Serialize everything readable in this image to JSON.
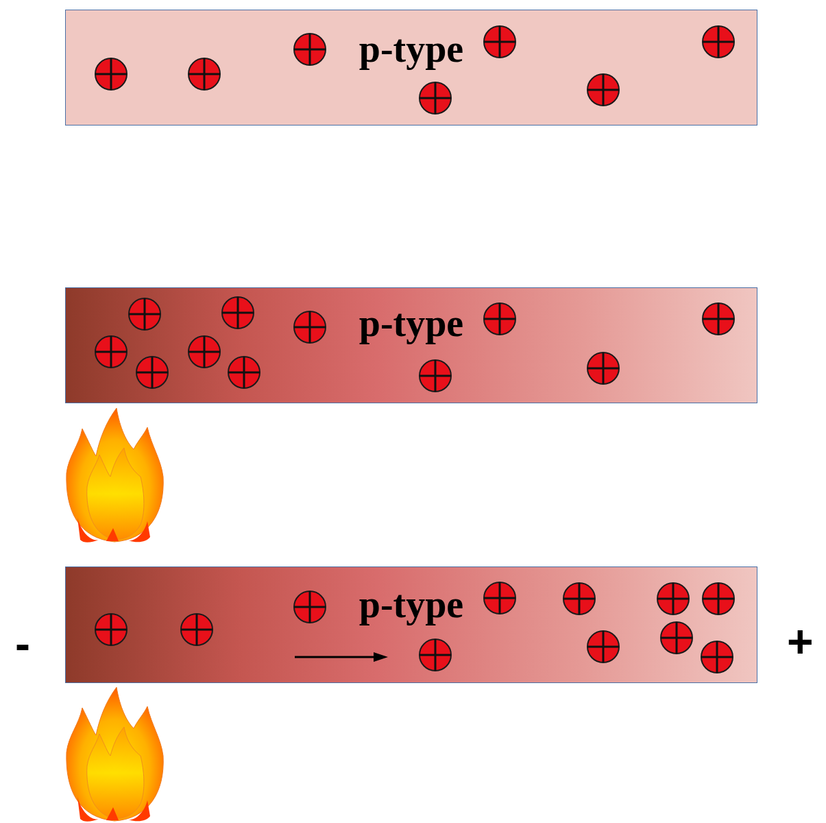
{
  "diagram": {
    "nodes": [
      {
        "text": [
          "p-type"
        ]
      },
      {
        "text": [
          "p-type"
        ]
      },
      {
        "text": [
          "p-type"
        ]
      }
    ],
    "labels": [
      "-",
      "+"
    ]
  }
}
